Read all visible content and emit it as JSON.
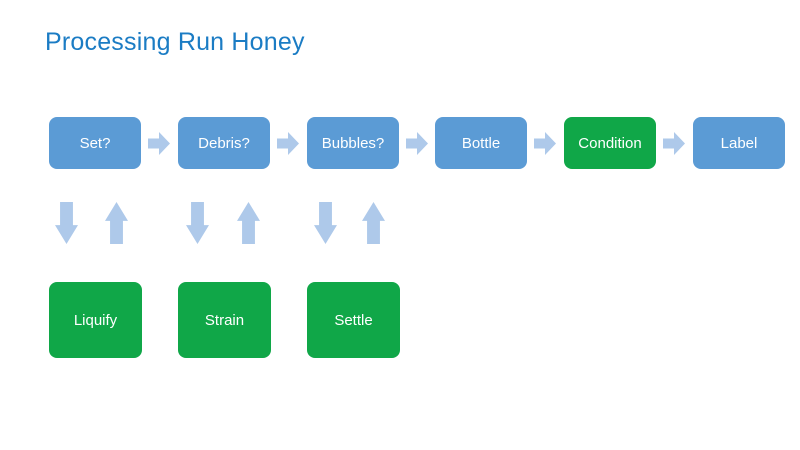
{
  "title": "Processing Run Honey",
  "colors": {
    "background": "#ffffff",
    "title": "#1b7cc4",
    "blue_box": "#5b9bd5",
    "green_box": "#10a748",
    "arrow": "#aec9ea",
    "box_text": "#ffffff"
  },
  "flow": {
    "top_row": [
      {
        "label": "Set?",
        "variant": "blue"
      },
      {
        "label": "Debris?",
        "variant": "blue"
      },
      {
        "label": "Bubbles?",
        "variant": "blue"
      },
      {
        "label": "Bottle",
        "variant": "blue"
      },
      {
        "label": "Condition",
        "variant": "green"
      },
      {
        "label": "Label",
        "variant": "blue"
      }
    ],
    "sub_row": [
      {
        "label": "Liquify"
      },
      {
        "label": "Strain"
      },
      {
        "label": "Settle"
      }
    ],
    "connector_icons": {
      "horizontal": "right-arrow-icon",
      "to_sub": "down-arrow-icon",
      "from_sub": "up-arrow-icon"
    }
  }
}
